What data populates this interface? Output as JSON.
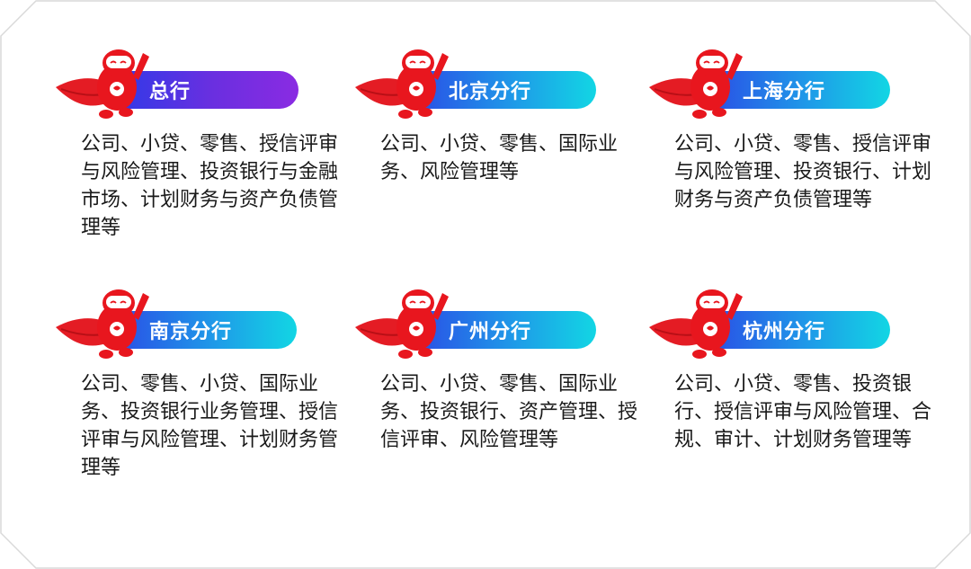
{
  "branches": [
    {
      "name": "总行",
      "description": "公司、小贷、零售、授信评审与风险管理、投资银行与金融市场、计划财务与资产负债管理等"
    },
    {
      "name": "北京分行",
      "description": "公司、小贷、零售、国际业务、风险管理等"
    },
    {
      "name": "上海分行",
      "description": "公司、小贷、零售、授信评审与风险管理、投资银行、计划财务与资产负债管理等"
    },
    {
      "name": "南京分行",
      "description": "公司、零售、小贷、国际业务、投资银行业务管理、授信评审与风险管理、计划财务管理等"
    },
    {
      "name": "广州分行",
      "description": "公司、小贷、零售、国际业务、投资银行、资产管理、授信评审、风险管理等"
    },
    {
      "name": "杭州分行",
      "description": "公司、小贷、零售、投资银行、授信评审与风险管理、合规、审计、计划财务管理等"
    }
  ],
  "colors": {
    "mascot_red": "#e8161e",
    "cape_red": "#e41c24",
    "pill_purple_start": "#2a3be8",
    "pill_purple_end": "#8a2be2",
    "pill_cyan_start": "#2b48e6",
    "pill_cyan_end": "#12d6e4",
    "text": "#1a1a1a"
  },
  "icons": {
    "mascot": "red-superhero-mascot-icon",
    "emblem": "heart-shield-icon"
  }
}
